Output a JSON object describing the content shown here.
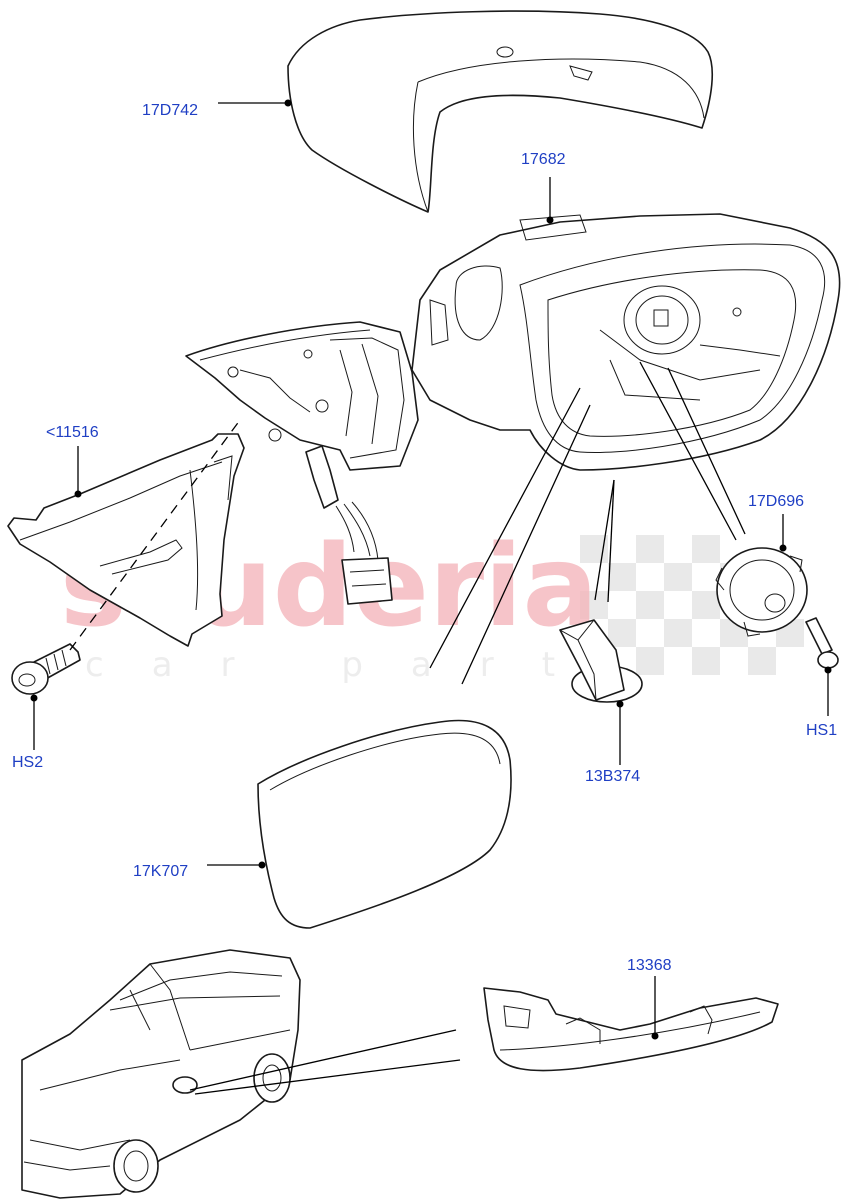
{
  "watermark": {
    "main": "scuderia",
    "sub": "car parts",
    "color": "#f4b6bc"
  },
  "callout_color": "#1f3fc4",
  "callouts": {
    "c_17D742": "17D742",
    "c_17682": "17682",
    "c_11516": "<11516",
    "c_17D696": "17D696",
    "c_HS1": "HS1",
    "c_HS2": "HS2",
    "c_13B374": "13B374",
    "c_17K707": "17K707",
    "c_13368": "13368"
  }
}
